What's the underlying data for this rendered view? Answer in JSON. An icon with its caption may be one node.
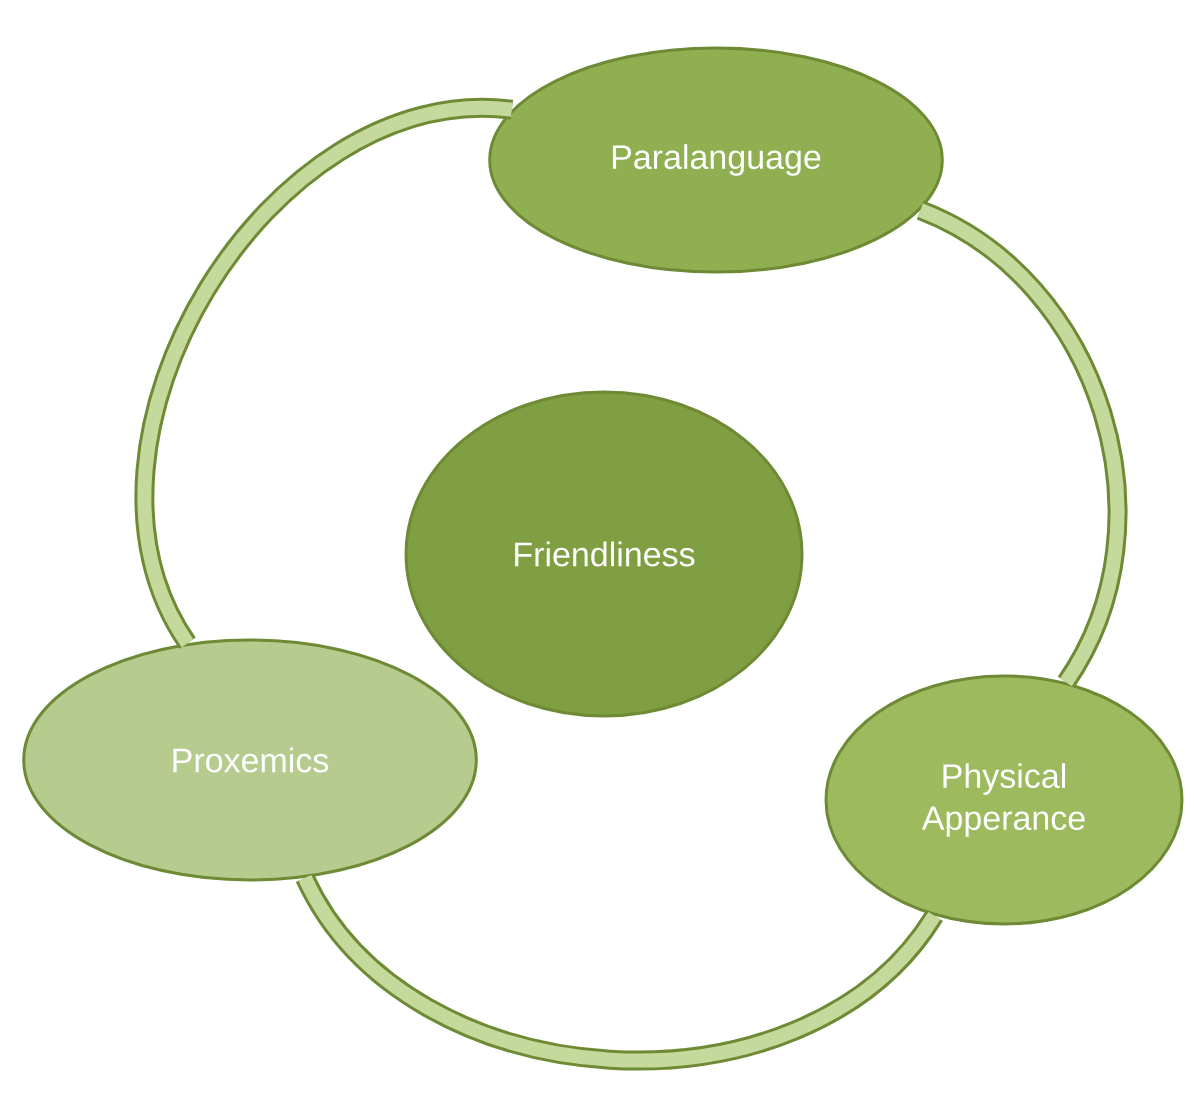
{
  "diagram": {
    "nodes": [
      {
        "text": [
          "Paralanguage"
        ]
      },
      {
        "text": [
          "Friendliness"
        ]
      },
      {
        "text": [
          "Proxemics"
        ]
      },
      {
        "text": [
          "Physical Apperance"
        ]
      }
    ],
    "edges": [
      {
        "from": 0,
        "to": 3,
        "arrow": "none"
      },
      {
        "from": 3,
        "to": 2,
        "arrow": "none"
      },
      {
        "from": 2,
        "to": 0,
        "arrow": "none"
      }
    ]
  }
}
